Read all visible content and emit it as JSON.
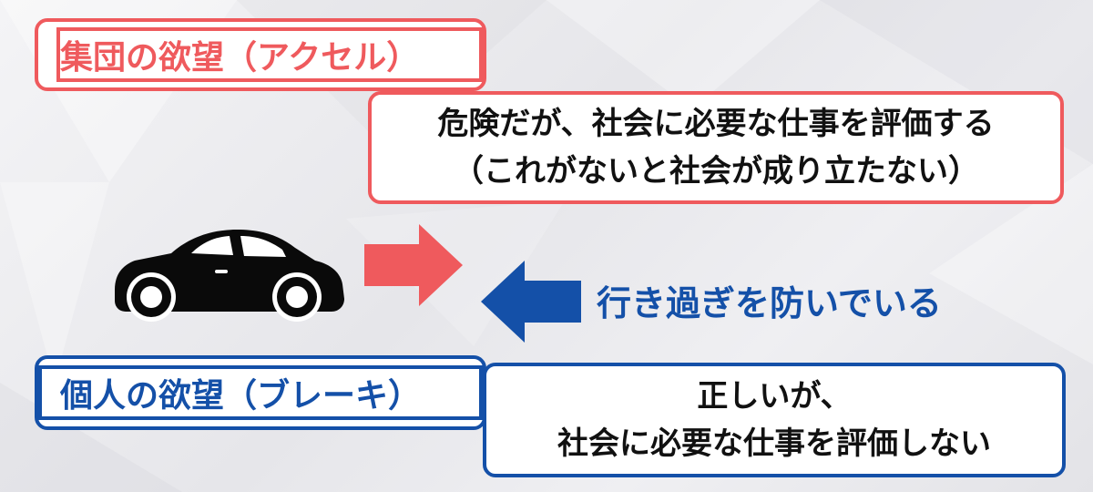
{
  "group_desire": {
    "heading": "集団の欲望（アクセル）",
    "line1": "危険だが、社会に必要な仕事を評価する",
    "line2": "（これがないと社会が成り立たない）",
    "color": "#ef5a5d"
  },
  "individual_desire": {
    "heading": "個人の欲望（ブレーキ）",
    "line1": "正しいが、",
    "line2": "社会に必要な仕事を評価しない",
    "color": "#1450a8"
  },
  "center": {
    "prevent_label": "行き過ぎを防いでいる"
  },
  "icons": {
    "car": "car-icon",
    "accelerate_arrow": "right-arrow-icon",
    "brake_arrow": "left-arrow-icon"
  }
}
